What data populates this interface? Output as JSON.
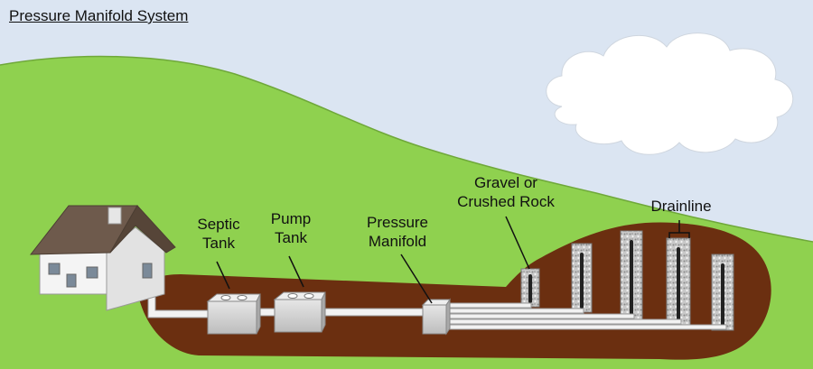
{
  "title": "Pressure Manifold System",
  "labels": {
    "septic_tank": [
      "Septic",
      "Tank"
    ],
    "pump_tank": [
      "Pump",
      "Tank"
    ],
    "pressure_manifold": [
      "Pressure",
      "Manifold"
    ],
    "gravel": [
      "Gravel or",
      "Crushed Rock"
    ],
    "drainline": "Drainline"
  },
  "colors": {
    "sky": "#dbe5f2",
    "grass": "#8fd14f",
    "grass_edge": "#6fa83a",
    "soil": "#6b2f10",
    "pipe": "#f2f2f2",
    "tank": "#d9d9d9",
    "roof": "#6e5a4c",
    "house_wall": "#f4f4f4",
    "gravel": "#bfbfbf",
    "drainline_pipe": "#222222",
    "cloud": "#ffffff"
  }
}
